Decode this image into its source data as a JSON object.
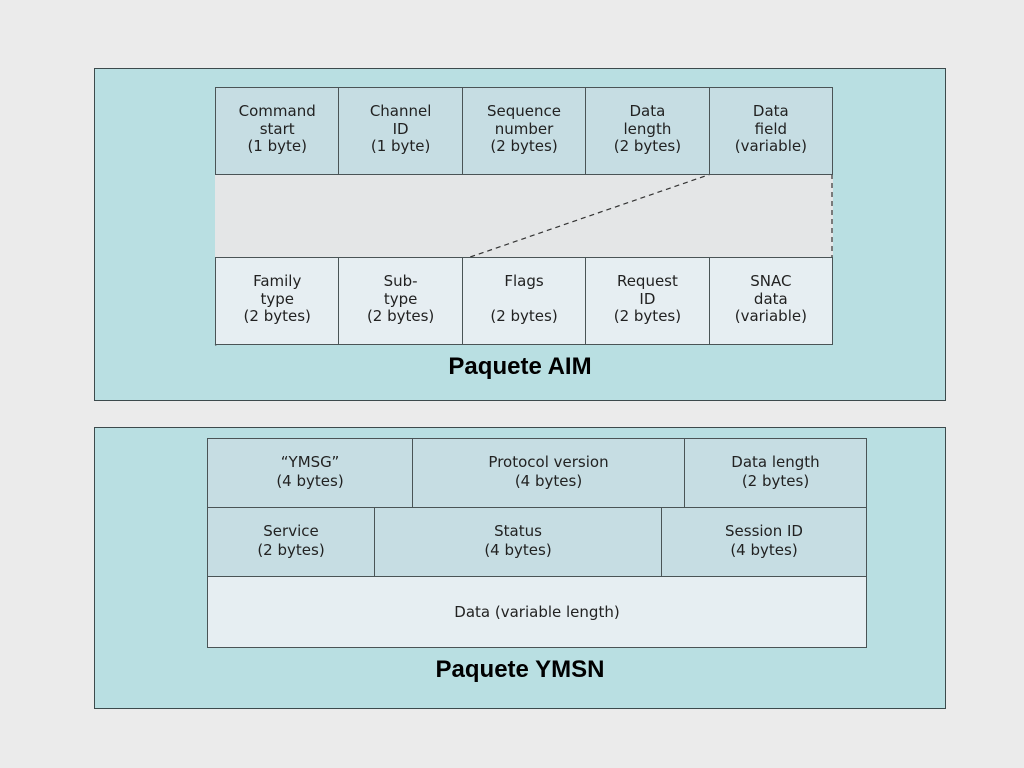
{
  "aim": {
    "header_fields": [
      {
        "lines": [
          "Command",
          "start",
          "(1 byte)"
        ]
      },
      {
        "lines": [
          "Channel",
          "ID",
          "(1 byte)"
        ]
      },
      {
        "lines": [
          "Sequence",
          "number",
          "(2 bytes)"
        ]
      },
      {
        "lines": [
          "Data",
          "length",
          "(2 bytes)"
        ]
      },
      {
        "lines": [
          "Data",
          "field",
          "(variable)"
        ]
      }
    ],
    "snac_fields": [
      {
        "lines": [
          "Family",
          "type",
          "(2 bytes)"
        ]
      },
      {
        "lines": [
          "Sub-",
          "type",
          "(2 bytes)"
        ]
      },
      {
        "lines": [
          "Flags",
          "",
          "(2 bytes)"
        ]
      },
      {
        "lines": [
          "Request",
          "ID",
          "(2 bytes)"
        ]
      },
      {
        "lines": [
          "SNAC",
          "data",
          "(variable)"
        ]
      }
    ],
    "caption": "Paquete AIM"
  },
  "ymsn": {
    "row1": [
      {
        "lines": [
          "“YMSG”",
          "(4 bytes)"
        ]
      },
      {
        "lines": [
          "Protocol version",
          "(4 bytes)"
        ]
      },
      {
        "lines": [
          "Data length",
          "(2 bytes)"
        ]
      }
    ],
    "row2": [
      {
        "lines": [
          "Service",
          "(2 bytes)"
        ]
      },
      {
        "lines": [
          "Status",
          "(4 bytes)"
        ]
      },
      {
        "lines": [
          "Session ID",
          "(4 bytes)"
        ]
      }
    ],
    "data_field": "Data (variable length)",
    "caption": "Paquete YMSN"
  },
  "colors": {
    "panel_bg": "#b9dfe2",
    "header_cell": "#c6dde3",
    "detail_cell": "#e6eef2",
    "page_bg": "#ebebeb"
  }
}
